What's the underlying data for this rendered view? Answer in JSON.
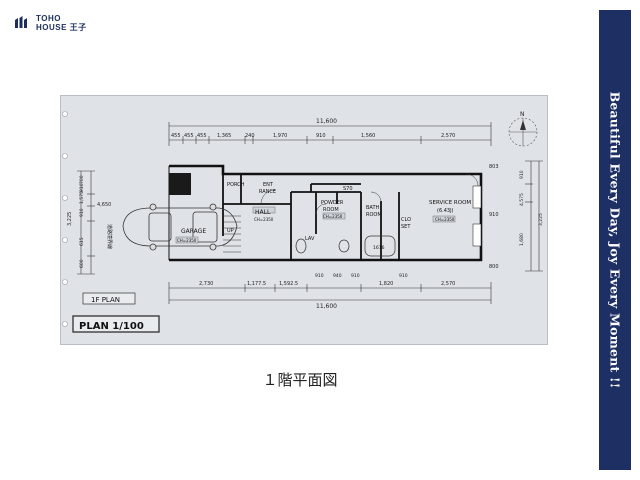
{
  "brand": {
    "line1": "TOHO",
    "line2": "HOUSE 王子",
    "color": "#1b2e5c"
  },
  "side_banner": {
    "text": "Beautiful  Every Day, Joy Every Moment !!",
    "bg": "#1d2f63"
  },
  "caption": "１階平面図",
  "floor_plan": {
    "top_dims": [
      "11,600",
      "455",
      "455",
      "455",
      "1,365",
      "240",
      "1,970",
      "910",
      "1,560",
      "2,570"
    ],
    "bottom_dims": [
      "2,730",
      "1,177.5",
      "1,592.5",
      "1,820",
      "2,570",
      "11,600",
      "910",
      "940",
      "910",
      "910"
    ],
    "left_dims": [
      "3,225",
      "910",
      "1,575",
      "910",
      "4,650",
      "615",
      "600",
      "700"
    ],
    "right_dims": [
      "803",
      "910",
      "4,575",
      "3,225",
      "1,680",
      "910",
      "800"
    ],
    "rooms": {
      "porch": "PORCH",
      "entrance_1": "ENT",
      "entrance_2": "RANCE",
      "hall": "HALL",
      "hall_ch": "CH=2350",
      "garage": "GARAGE",
      "garage_ch": "CH=2350",
      "powder_1": "POWDER",
      "powder_2": "ROOM",
      "powder_ch": "CH=2350",
      "bath_1": "BATH",
      "bath_2": "ROOM",
      "bath_size": "1616",
      "clo_1": "CLO",
      "clo_2": "SET",
      "service_1": "SERVICE ROOM",
      "service_2": "(6.43J)",
      "service_ch": "CH=2350",
      "storage": "S70",
      "lav": "LAV",
      "up": "UP",
      "wall_text": "道路境界線",
      "north_mark": "N"
    },
    "labels": {
      "plan_tag": "1F PLAN",
      "plan_scale": "PLAN 1/100"
    }
  }
}
